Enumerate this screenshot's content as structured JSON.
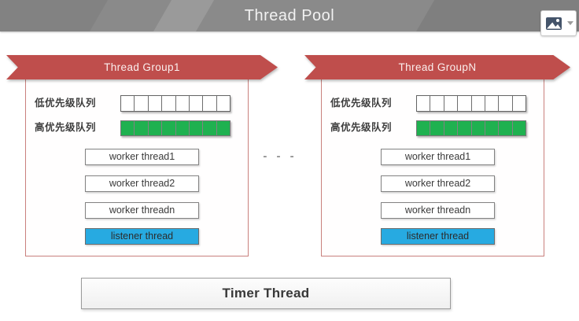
{
  "header": {
    "title": "Thread Pool"
  },
  "groups": [
    {
      "banner": "Thread Group1",
      "low_queue_label": "低优先级队列",
      "low_queue_cells": 8,
      "high_queue_label": "高优先级队列",
      "high_queue_cells": 8,
      "workers": [
        "worker thread1",
        "worker thread2",
        "worker threadn"
      ],
      "listener": "listener thread"
    },
    {
      "banner": "Thread GroupN",
      "low_queue_label": "低优先级队列",
      "low_queue_cells": 8,
      "high_queue_label": "高优先级队列",
      "high_queue_cells": 8,
      "workers": [
        "worker thread1",
        "worker thread2",
        "worker threadn"
      ],
      "listener": "listener thread"
    }
  ],
  "separator": "- - -",
  "timer": {
    "label": "Timer Thread"
  },
  "colors": {
    "header_gray": "#8a8a8a",
    "title_text": "#f2f2f2",
    "banner_red": "#bf4e4c",
    "group_border": "#c9807d",
    "queue_green": "#1fb150",
    "listener_blue": "#27aae1"
  }
}
